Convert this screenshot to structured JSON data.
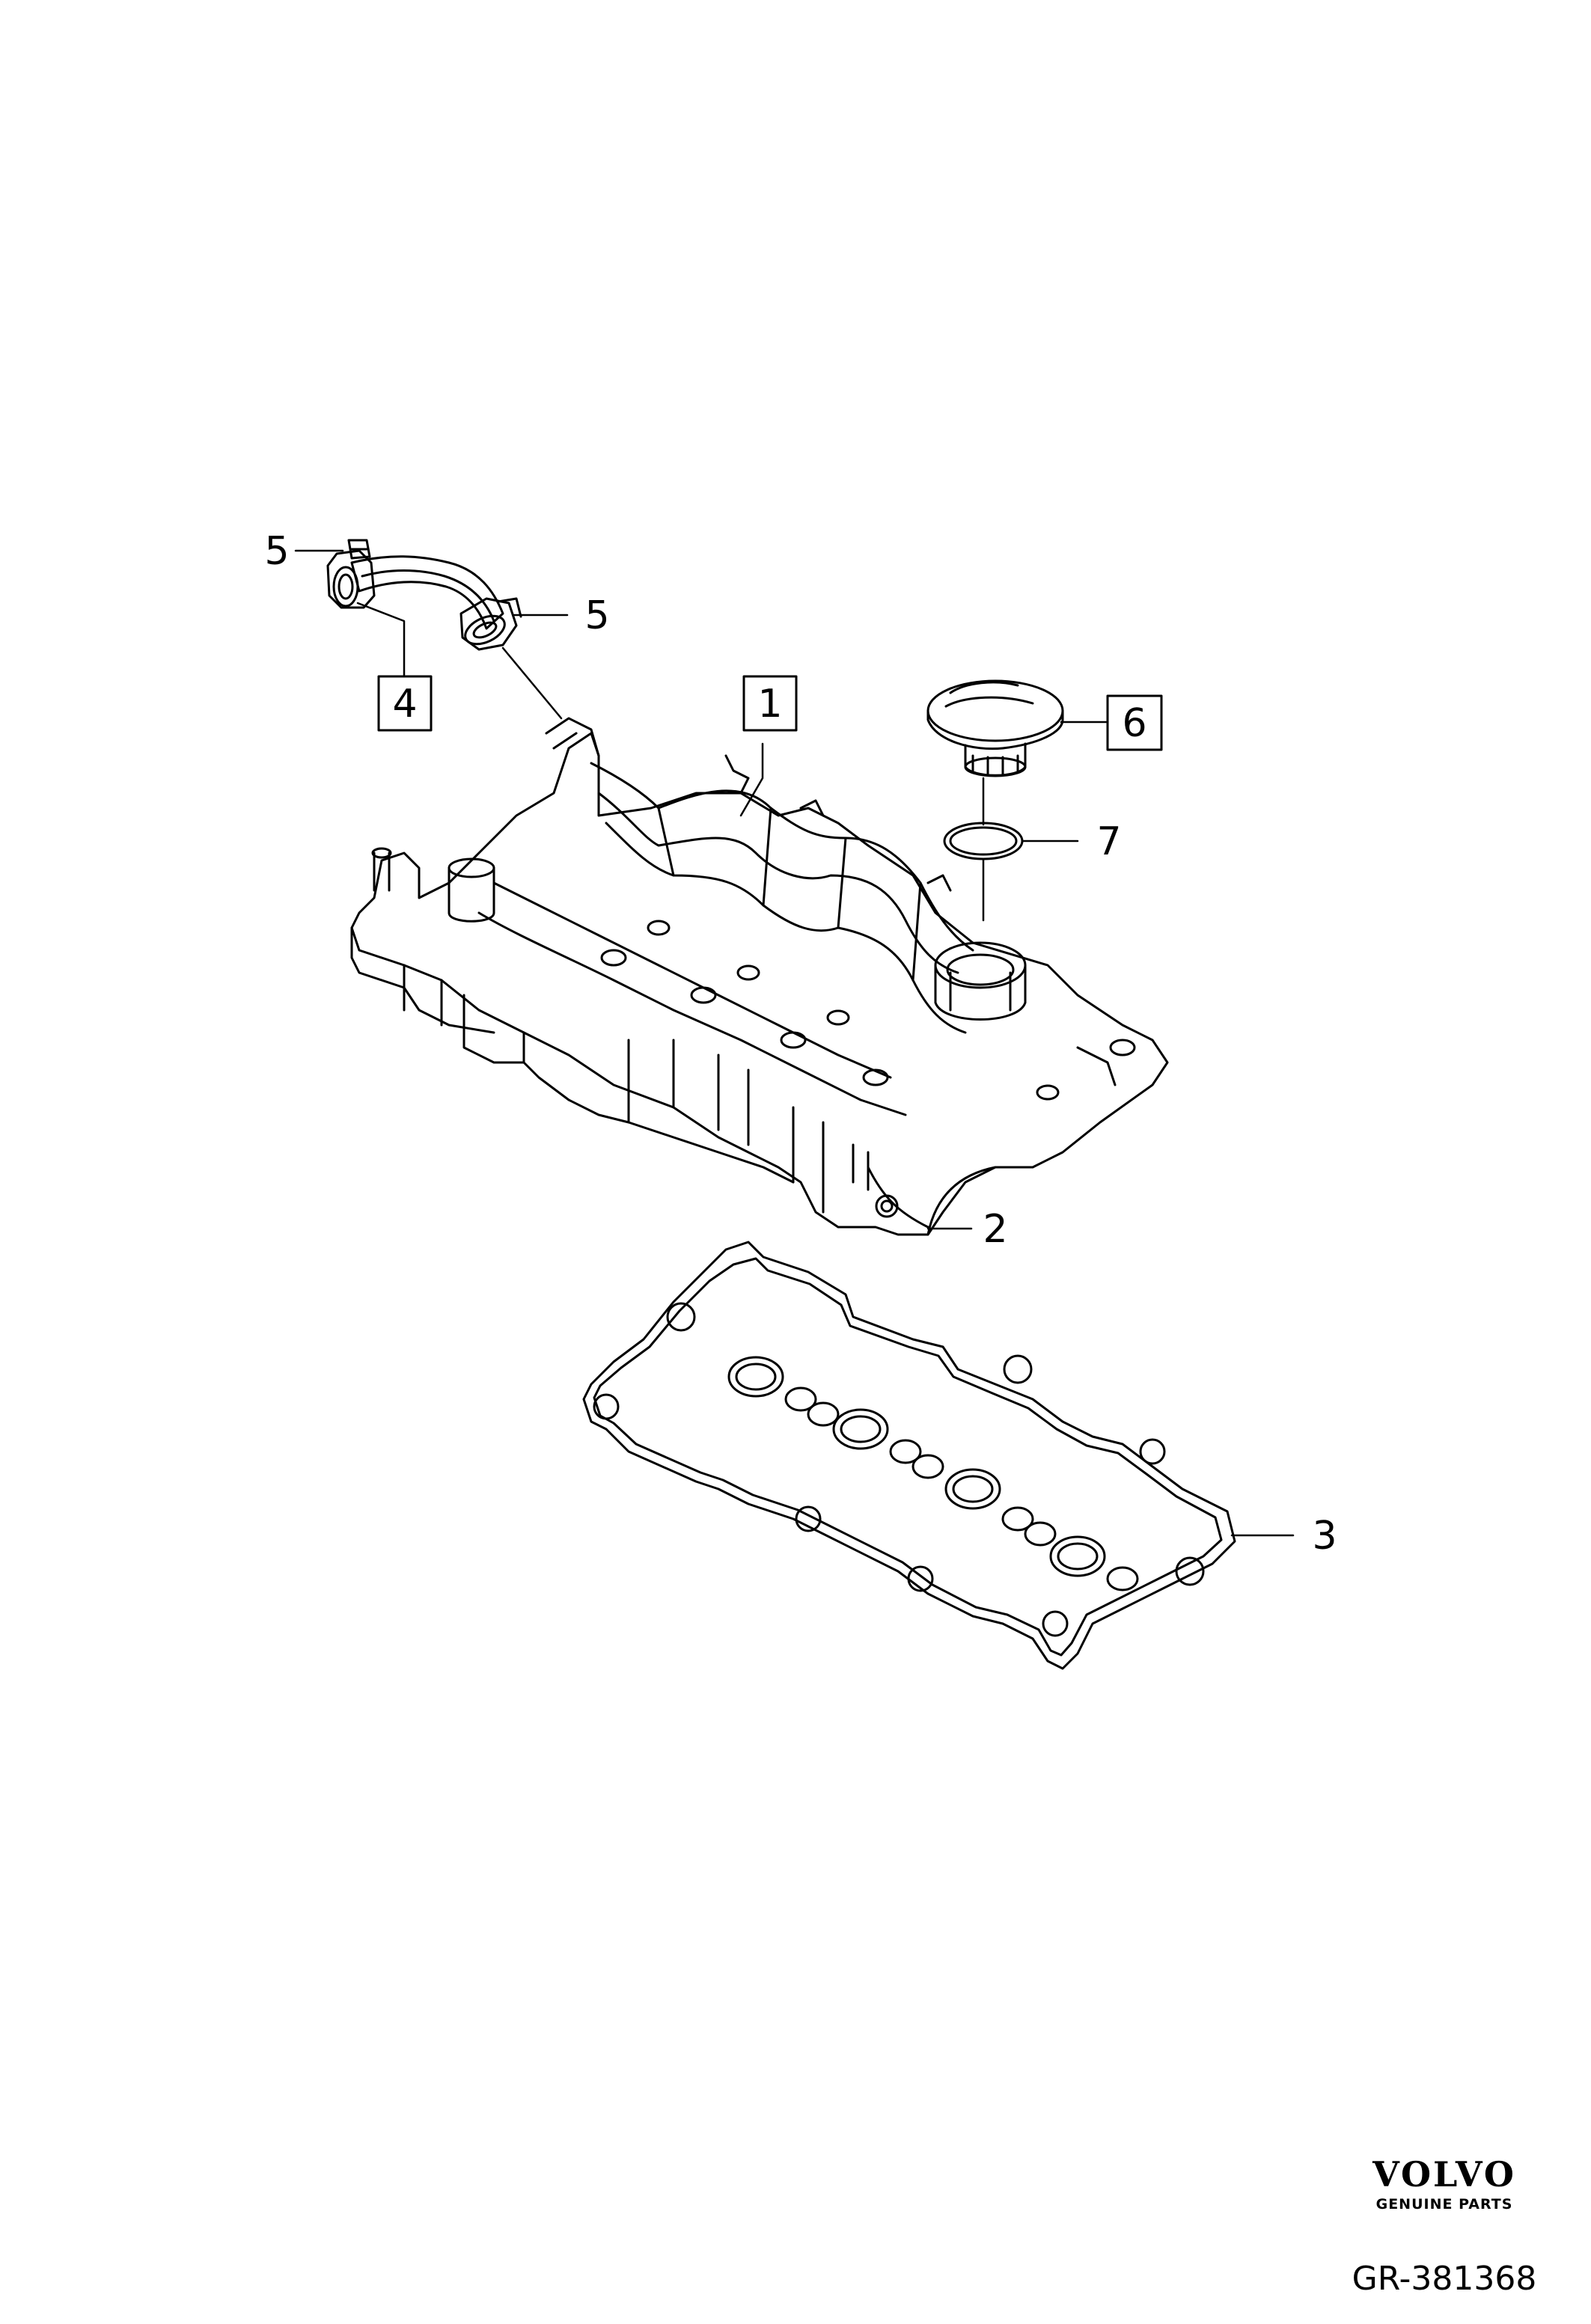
{
  "callouts": {
    "c1": "1",
    "c2": "2",
    "c3": "3",
    "c4": "4",
    "c5a": "5",
    "c5b": "5",
    "c6": "6",
    "c7": "7"
  },
  "brand": {
    "name": "VOLVO",
    "tagline": "GENUINE PARTS"
  },
  "diagram_id": "GR-381368",
  "colors": {
    "line": "#000000",
    "background": "#ffffff"
  }
}
